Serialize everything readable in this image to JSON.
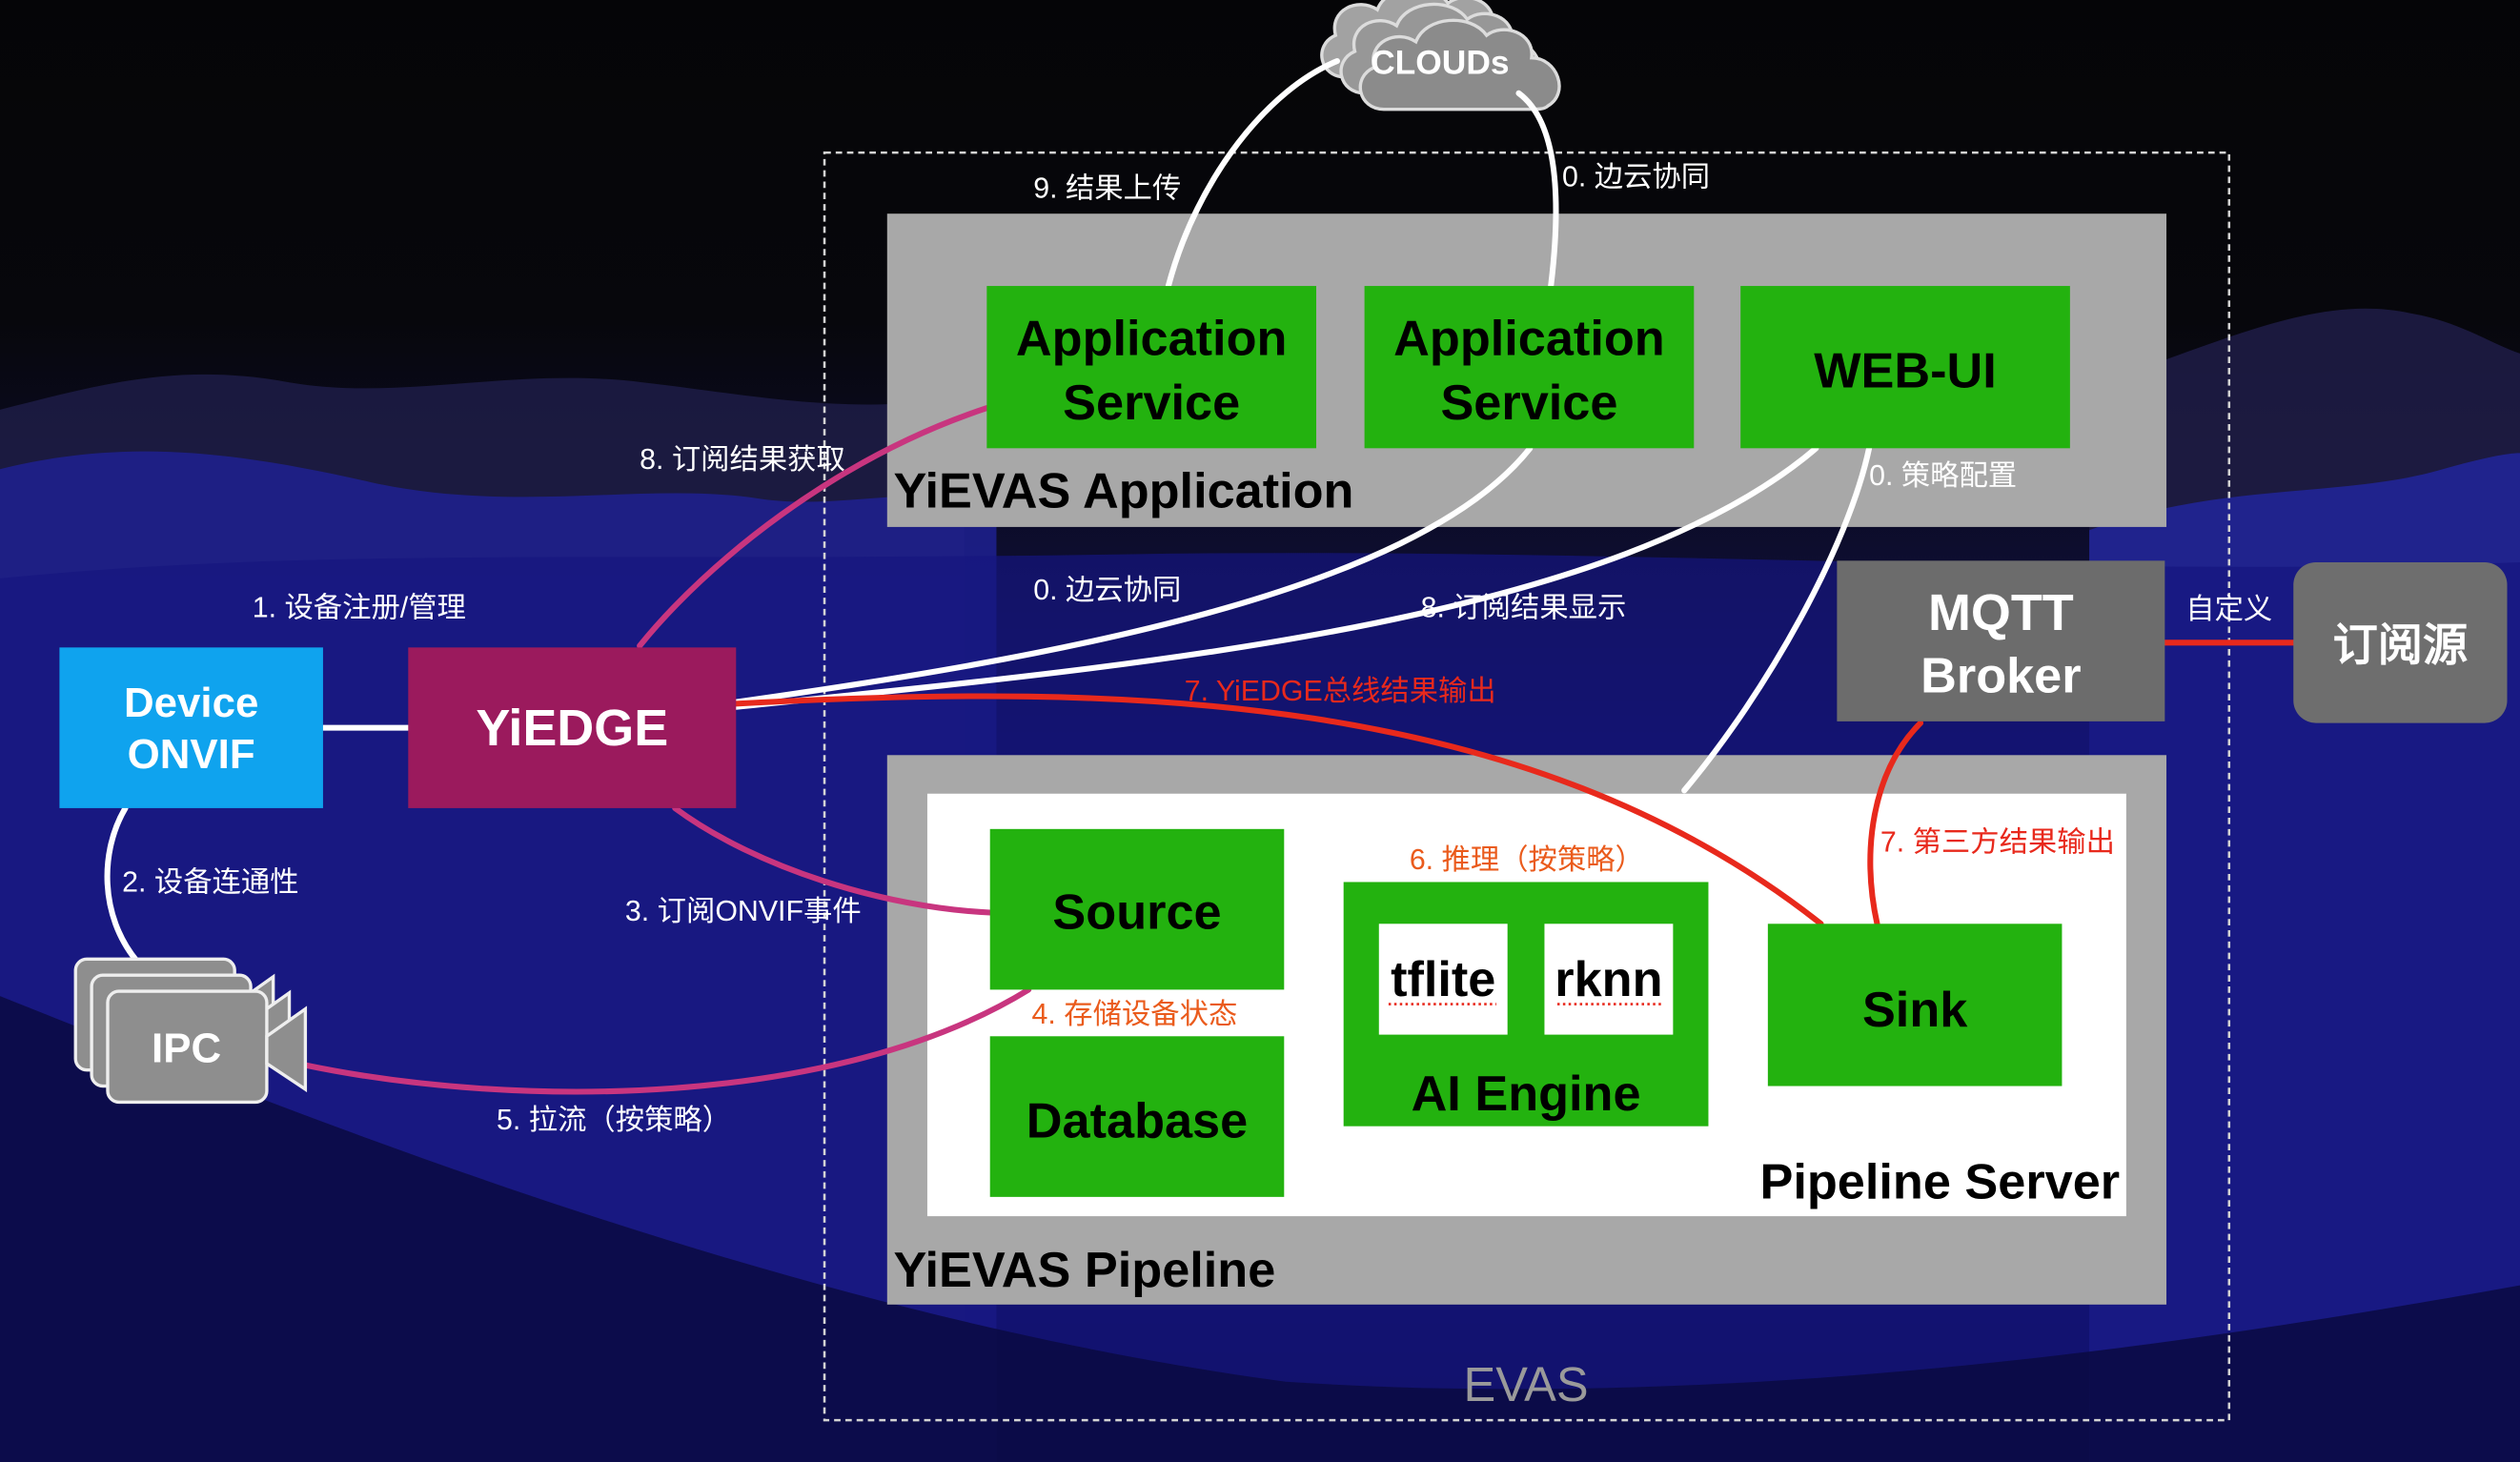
{
  "clouds": {
    "label": "CLOUDs"
  },
  "evas": {
    "label": "EVAS"
  },
  "application": {
    "title": "YiEVAS Application",
    "service_1": {
      "line1": "Application",
      "line2": "Service"
    },
    "service_2": {
      "line1": "Application",
      "line2": "Service"
    },
    "web_ui": "WEB-UI"
  },
  "pipeline": {
    "title": "YiEVAS Pipeline",
    "server": {
      "title": "Pipeline Server",
      "source": "Source",
      "database": "Database",
      "ai_engine": {
        "title": "AI Engine",
        "models": [
          "tflite",
          "rknn"
        ]
      },
      "sink": "Sink"
    }
  },
  "mqtt_broker": {
    "line1": "MQTT",
    "line2": "Broker"
  },
  "subscriber": {
    "label": "订阅源"
  },
  "device": {
    "line1": "Device",
    "line2": "ONVIF"
  },
  "yiedge": {
    "label": "YiEDGE"
  },
  "ipc": {
    "label": "IPC"
  },
  "edges": {
    "register": "1. 设备注册/管理",
    "connectivity": "2. 设备连通性",
    "subscribe_onvif": "3. 订阅ONVIF事件",
    "store_state": "4. 存储设备状态",
    "pull_stream": "5. 拉流（按策略）",
    "inference": "6. 推理（按策略）",
    "bus_output": "7. YiEDGE总线结果输出",
    "third_party_output": "7. 第三方结果输出",
    "subscribe_fetch": "8. 订阅结果获取",
    "subscribe_display": "8. 订阅结果显示",
    "upload": "9. 结果上传",
    "edge_cloud_top": "0. 边云协同",
    "edge_cloud_mid": "0. 边云协同",
    "policy_config": "0. 策略配置",
    "custom": "自定义"
  },
  "colors": {
    "component_green": "#23b20f",
    "layer_gray": "#a8a8a8",
    "broker_gray": "#6c6c6c",
    "device_blue": "#0fa3ee",
    "yiedge_magenta": "#9b1a5d",
    "link_magenta": "#c8357f",
    "link_red": "#e8291c",
    "step_orange": "#ea5b1c"
  }
}
